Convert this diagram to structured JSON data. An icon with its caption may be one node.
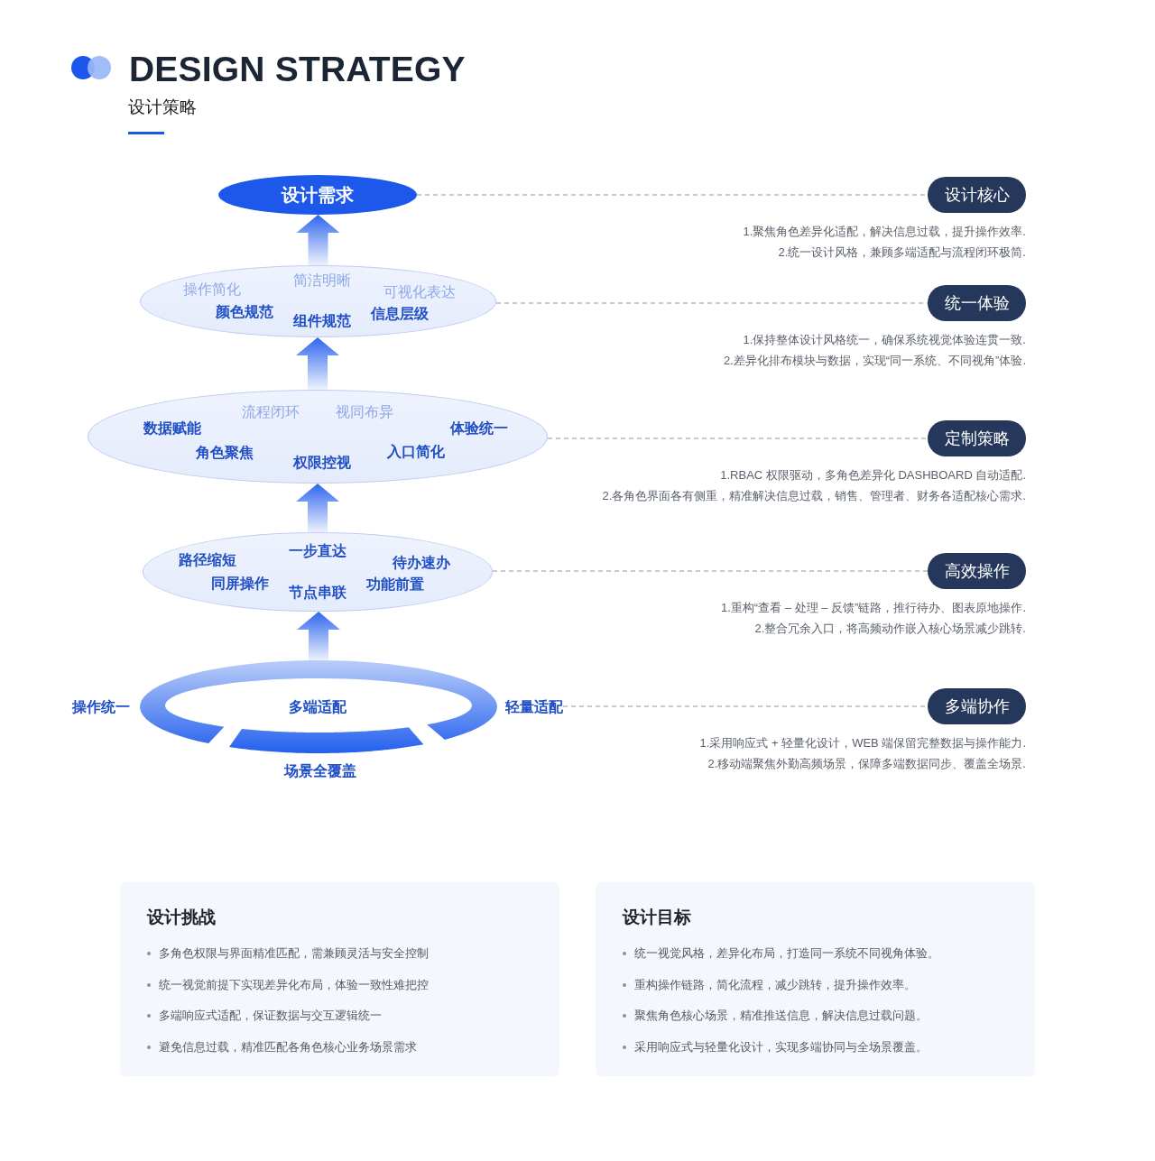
{
  "diagram": {
    "title": "DESIGN STRATEGY",
    "nodes": [
      {
        "text": [
          "设计需求"
        ]
      },
      {
        "text": [
          "操作简化",
          "简洁明晰",
          "可视化表达",
          "颜色规范",
          "组件规范",
          "信息层级"
        ]
      },
      {
        "text": [
          "数据赋能",
          "流程闭环",
          "视同布异",
          "体验统一",
          "角色聚焦",
          "权限控视",
          "入口简化"
        ]
      },
      {
        "text": [
          "路径缩短",
          "一步直达",
          "待办速办",
          "同屏操作",
          "节点串联",
          "功能前置"
        ]
      },
      {
        "text": [
          "多端适配"
        ],
        "beside": [
          "操作统一",
          "场景全覆盖"
        ]
      },
      {
        "text": [
          "轻量适配"
        ]
      },
      {
        "text": [
          "设计核心"
        ],
        "beside": [
          "1.聚焦角色差异化适配，解决信息过载，提升操作效率.",
          "2.统一设计风格，兼顾多端适配与流程闭环极简."
        ]
      },
      {
        "text": [
          "统一体验"
        ],
        "beside": [
          "1.保持整体设计风格统一，确保系统视觉体验连贯一致.",
          "2.差异化排布模块与数据，实现“同一系统、不同视角”体验."
        ]
      },
      {
        "text": [
          "定制策略"
        ],
        "beside": [
          "1.RBAC 权限驱动，多角色差异化 DASHBOARD 自动适配.",
          "2.各角色界面各有侧重，精准解决信息过载，销售、管理者、财务各适配核心需求."
        ]
      },
      {
        "text": [
          "高效操作"
        ],
        "beside": [
          "1.重构“查看 – 处理 – 反馈”链路，推行待办、图表原地操作.",
          "2.整合冗余入口，将高频动作嵌入核心场景减少跳转."
        ]
      },
      {
        "text": [
          "多端协作"
        ],
        "beside": [
          "1.采用响应式 + 轻量化设计，WEB 端保留完整数据与操作能力.",
          "2.移动端聚焦外勤高频场景，保障多端数据同步、覆盖全场景."
        ]
      },
      {
        "text": [
          "设计挑战",
          "多角色权限与界面精准匹配，需兼顾灵活与安全控制",
          "统一视觉前提下实现差异化布局，体验一致性难把控",
          "多端响应式适配，保证数据与交互逻辑统一",
          "避免信息过载，精准匹配各角色核心业务场景需求"
        ]
      },
      {
        "text": [
          "设计目标",
          "统一视觉风格，差异化布局，打造同一系统不同视角体验。",
          "重构操作链路，简化流程，减少跳转，提升操作效率。",
          "聚焦角色核心场景，精准推送信息，解决信息过载问题。",
          "采用响应式与轻量化设计，实现多端协同与全场景覆盖。"
        ]
      }
    ],
    "edges": [
      {
        "from": 1,
        "to": 0,
        "arrow": "to",
        "style": "thick",
        "color": "#2f66ee"
      },
      {
        "from": 2,
        "to": 1,
        "arrow": "to",
        "style": "thick",
        "color": "#2f66ee"
      },
      {
        "from": 3,
        "to": 2,
        "arrow": "to",
        "style": "thick",
        "color": "#2f66ee"
      },
      {
        "from": 4,
        "to": 3,
        "arrow": "to",
        "style": "thick",
        "color": "#2f66ee"
      },
      {
        "from": 0,
        "to": 6,
        "arrow": "none",
        "style": "dashed"
      },
      {
        "from": 1,
        "to": 7,
        "arrow": "none",
        "style": "dashed"
      },
      {
        "from": 2,
        "to": 8,
        "arrow": "none",
        "style": "dashed"
      },
      {
        "from": 3,
        "to": 9,
        "arrow": "none",
        "style": "dashed"
      },
      {
        "from": 5,
        "to": 10,
        "arrow": "none",
        "style": "dashed"
      }
    ],
    "labels": [
      "设计策略"
    ]
  }
}
